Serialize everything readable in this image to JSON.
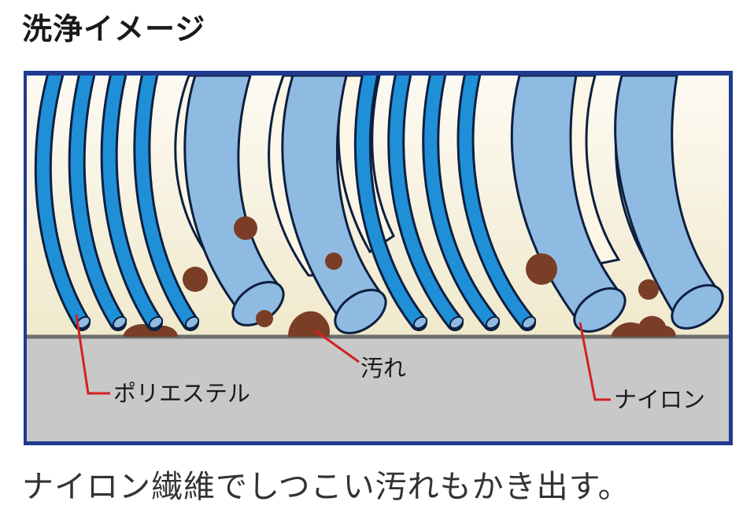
{
  "title": "洗浄イメージ",
  "labels": {
    "polyester": "ポリエステル",
    "dirt": "汚れ",
    "nylon": "ナイロン"
  },
  "caption": "ナイロン繊維でしつこい汚れもかき出す。",
  "colors": {
    "frame": "#1f3a8f",
    "background_top": "#fdfaf3",
    "background_bottom": "#f0e9cc",
    "floor": "#c8c8c8",
    "floor_line": "#6e6e6e",
    "polyester_fiber": "#1f90d8",
    "nylon_fiber": "#8fbbe3",
    "dirt": "#7a3d26",
    "leader_line": "#d42020",
    "outline": "#0d1f3f"
  }
}
